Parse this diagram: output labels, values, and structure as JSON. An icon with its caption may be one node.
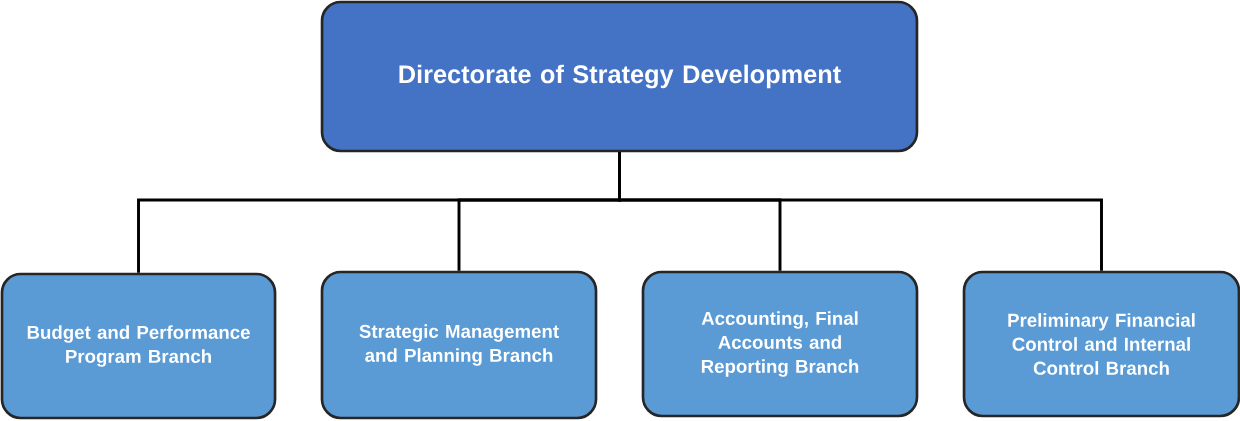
{
  "diagram": {
    "nodes": [
      {
        "text": [
          "Directorate of Strategy Development"
        ]
      },
      {
        "text": [
          "Budget and Performance Program Branch"
        ]
      },
      {
        "text": [
          "Strategic Management and Planning Branch"
        ]
      },
      {
        "text": [
          "Accounting, Final Accounts and Reporting Branch"
        ]
      },
      {
        "text": [
          "Preliminary Financial Control and Internal Control Branch"
        ]
      }
    ],
    "edges": [
      {
        "from": 0,
        "to": 1,
        "arrow": "none"
      },
      {
        "from": 0,
        "to": 2,
        "arrow": "none"
      },
      {
        "from": 0,
        "to": 3,
        "arrow": "none"
      },
      {
        "from": 0,
        "to": 4,
        "arrow": "none"
      }
    ]
  }
}
